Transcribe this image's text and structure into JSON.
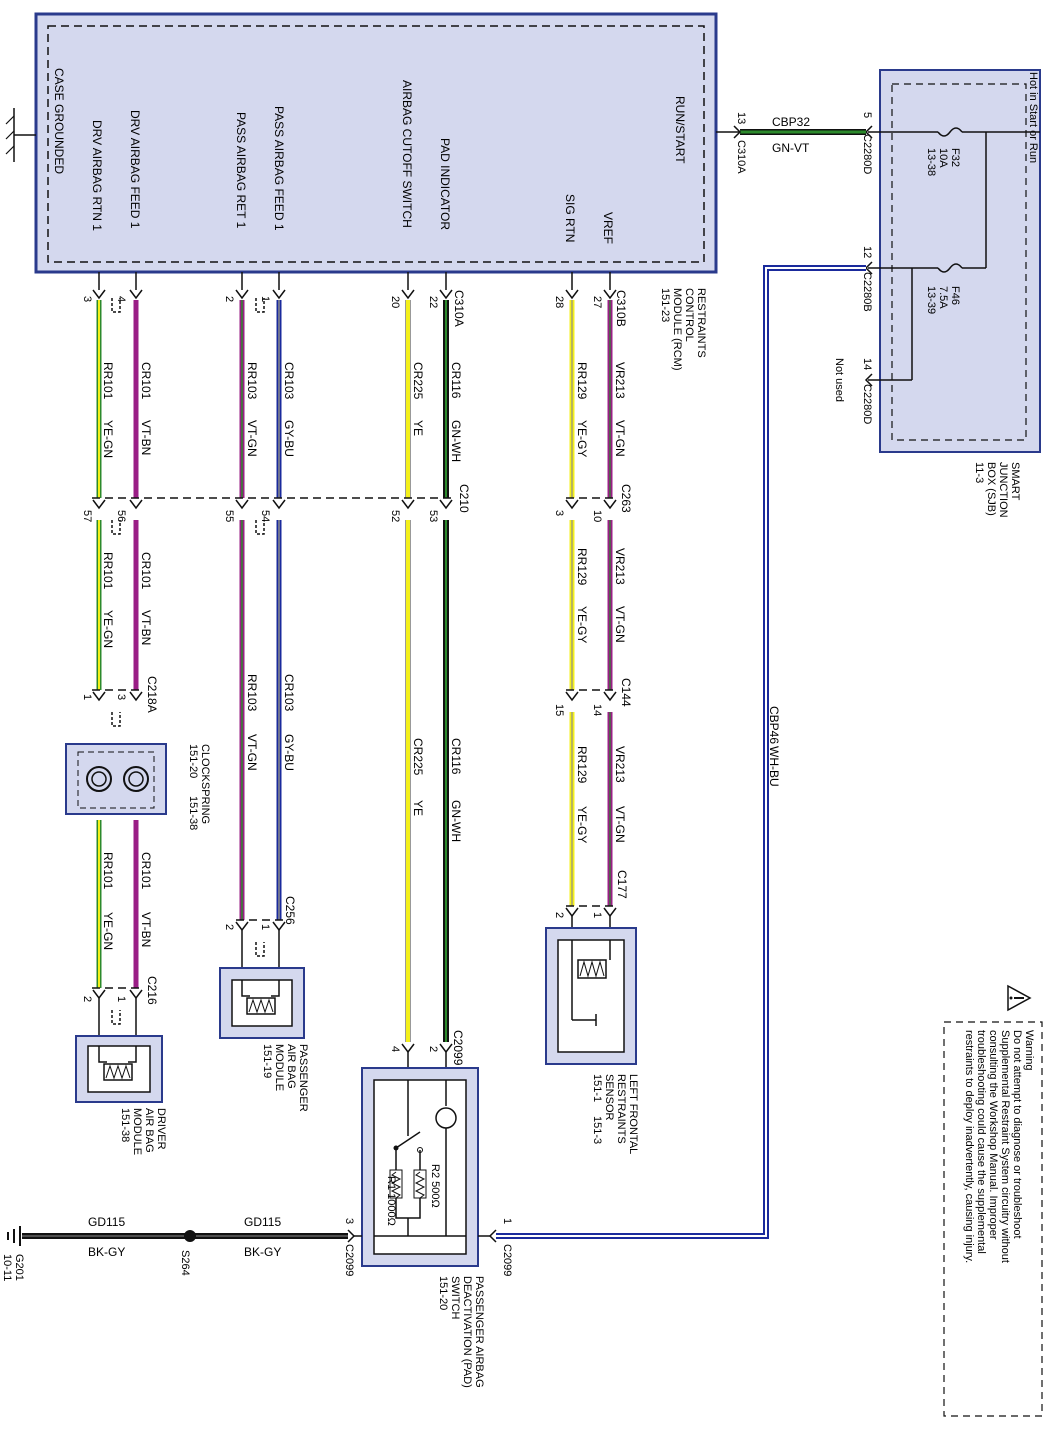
{
  "rcm": {
    "name": "RESTRAINTS CONTROL MODULE (RCM)",
    "ref": "151-23",
    "pins": {
      "case_grounded": "CASE GROUNDED",
      "drv_rtn": "DRV AIRBAG RTN 1",
      "drv_feed": "DRV AIRBAG FEED 1",
      "pass_ret": "PASS AIRBAG RET 1",
      "pass_feed": "PASS AIRBAG FEED 1",
      "cutoff": "AIRBAG CUTOFF SWITCH",
      "pad": "PAD INDICATOR",
      "sig_rtn": "SIG RTN",
      "vref": "VREF",
      "run_start": "RUN/START"
    }
  },
  "sjb": {
    "name": "SMART JUNCTION BOX (SJB)",
    "ref": "11-3",
    "hot": "Hot in Start or Run",
    "f32": {
      "name": "F32",
      "amps": "10A",
      "ref": "13-38"
    },
    "f46": {
      "name": "F46",
      "amps": "7.5A",
      "ref": "13-39"
    },
    "not_used": "Not used"
  },
  "wires": {
    "cbp32": "CBP32",
    "gnvt": "GN-VT",
    "cbp46": "CBP46",
    "whbu": "WH-BU",
    "cr101": "CR101",
    "vtbn": "VT-BN",
    "rr101": "RR101",
    "yegn": "YE-GN",
    "cr103": "CR103",
    "gybu": "GY-BU",
    "rr103": "RR103",
    "vtgn": "VT-GN",
    "cr225": "CR225",
    "ye": "YE",
    "cr116": "CR116",
    "gnwh": "GN-WH",
    "rr129": "RR129",
    "yegy": "YE-GY",
    "vr213": "VR213",
    "gd115": "GD115",
    "bkgy": "BK-GY"
  },
  "connectors": {
    "c310a": "C310A",
    "c310b": "C310B",
    "c2280d": "C2280D",
    "c2280b": "C2280B",
    "c210": "C210",
    "c263": "C263",
    "c218a": "C218A",
    "c144": "C144",
    "c256": "C256",
    "c177": "C177",
    "c216": "C216",
    "c2099": "C2099",
    "s264": "S264",
    "g201": "G201",
    "g201_ref": "10-11"
  },
  "pins": {
    "p13": "13",
    "p5": "5",
    "p12": "12",
    "p14": "14",
    "p3": "3",
    "p4": "4",
    "p2": "2",
    "p1": "1",
    "p20": "20",
    "p22": "22",
    "p28": "28",
    "p27": "27",
    "p57": "57",
    "p56": "56",
    "p55": "55",
    "p54": "54",
    "p52": "52",
    "p53": "53",
    "p10": "10",
    "p15": "15"
  },
  "components": {
    "clockspring": {
      "name": "CLOCKSPRING",
      "ref1": "151-20",
      "ref2": "151-38"
    },
    "driver": {
      "name": "DRIVER AIR BAG MODULE",
      "ref": "151-38"
    },
    "passenger": {
      "name": "PASSENGER AIR BAG MODULE",
      "ref": "151-19"
    },
    "pad_switch": {
      "name": "PASSENGER AIRBAG DEACTIVATION (PAD) SWITCH",
      "ref": "151-20",
      "r1": "R1 1000Ω",
      "r2": "R2 500Ω"
    },
    "sensor": {
      "name": "LEFT FRONTAL RESTRAINTS SENSOR",
      "ref1": "151-1",
      "ref2": "151-3"
    }
  },
  "warning": {
    "title": "Warning",
    "text": "Do not attempt to diagnose or troubleshoot Supplemental Restraint System circuitry without consulting the Workshop Manual. Improper troubleshooting could cause the supplemental restraints to deploy inadvertently, causing injury."
  },
  "colors": {
    "box_fill": "#d4d8ee",
    "box_border": "#2a3a8c",
    "vt": "#9a1e86",
    "gy": "#8c8c8c",
    "bu": "#1a2a9c",
    "gn": "#2c8a2c",
    "ye": "#f4f01a",
    "bk": "#111111",
    "wh": "#ffffff"
  }
}
